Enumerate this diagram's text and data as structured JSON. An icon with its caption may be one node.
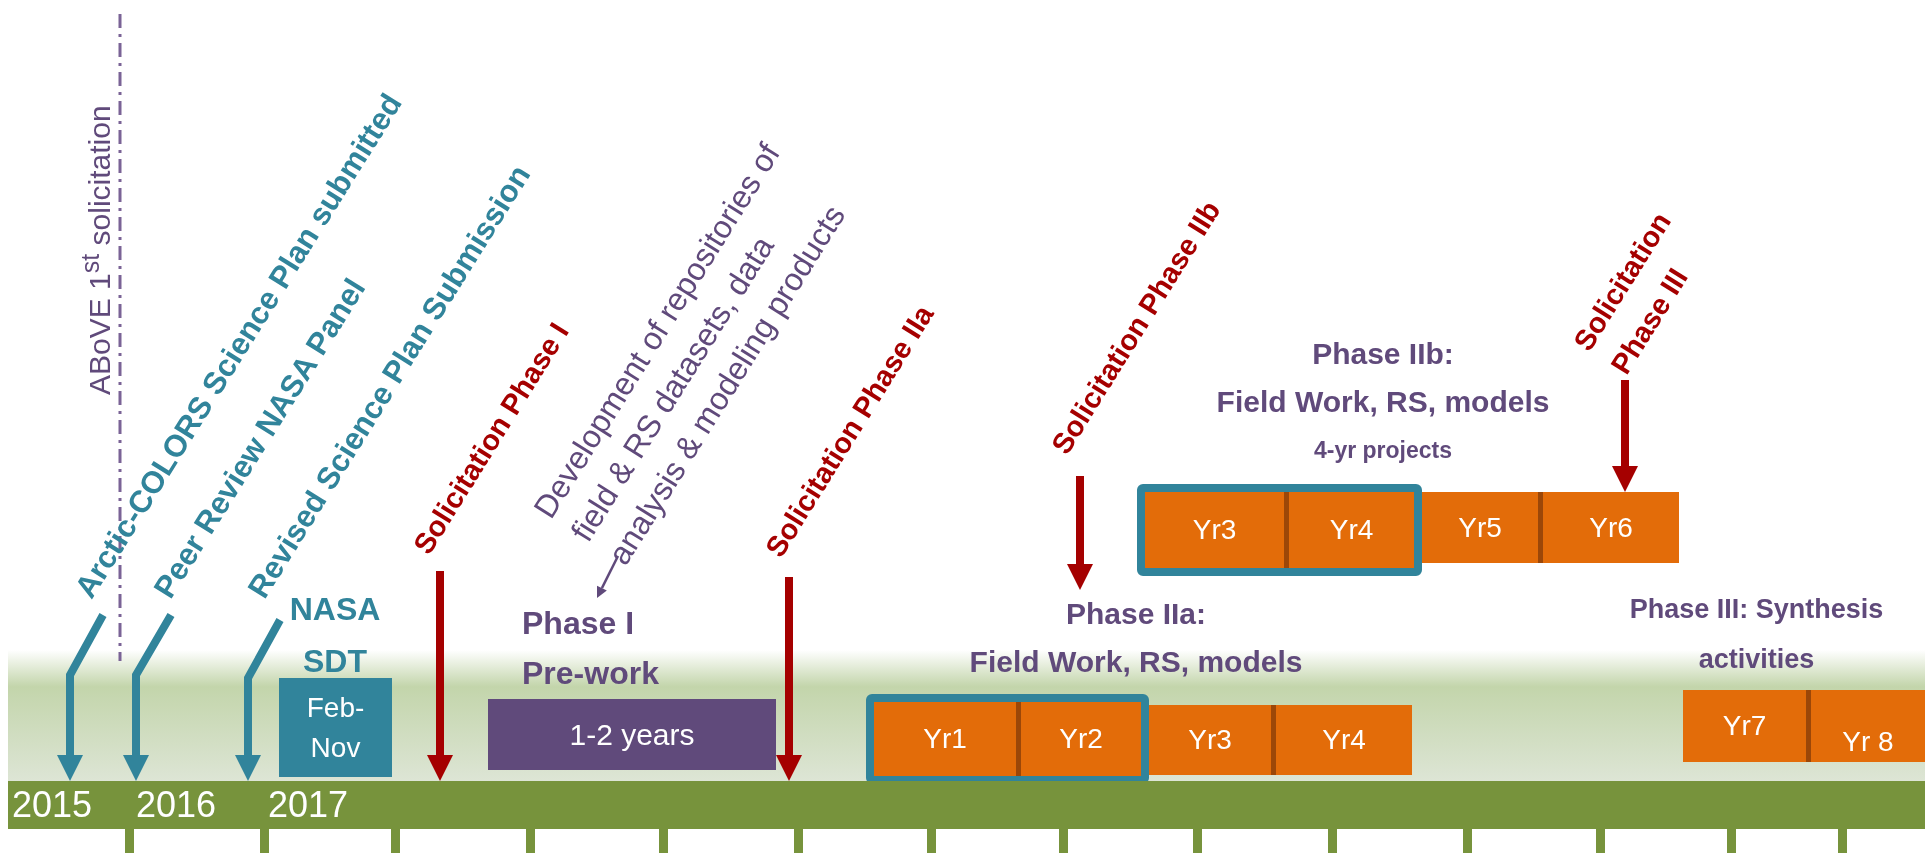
{
  "diagram": {
    "nodes": [
      {
        "text": [
          "Arctic-COLORS Science Plan submitted"
        ]
      },
      {
        "text": [
          "Peer Review NASA Panel"
        ]
      },
      {
        "text": [
          "Revised Science Plan Submission"
        ]
      },
      {
        "text": [
          "NASA SDT",
          "Feb- Nov"
        ]
      },
      {
        "text": [
          "Solicitation Phase I"
        ]
      },
      {
        "text": [
          "Development of repositories of field & RS datasets, data analysis & modeling products"
        ]
      },
      {
        "text": [
          "Phase I",
          "Pre-work",
          "1-2 years"
        ]
      },
      {
        "text": [
          "Solicitation Phase IIa"
        ]
      },
      {
        "text": [
          "Phase IIa:",
          "Field Work, RS, models"
        ]
      },
      {
        "text": [],
        "shape": "box",
        "in": 8
      },
      {
        "text": [
          "Yr1"
        ],
        "in": 9
      },
      {
        "text": [
          "Yr2"
        ],
        "in": 9
      },
      {
        "text": [
          "Yr3"
        ],
        "in": 8
      },
      {
        "text": [
          "Yr4"
        ],
        "in": 8
      },
      {
        "text": [
          "Solicitation Phase IIb"
        ]
      },
      {
        "text": [
          "Phase IIb:",
          "Field Work, RS, models",
          "4-yr projects"
        ]
      },
      {
        "text": [],
        "shape": "box",
        "in": 15
      },
      {
        "text": [
          "Yr3"
        ],
        "in": 16
      },
      {
        "text": [
          "Yr4"
        ],
        "in": 16
      },
      {
        "text": [
          "Yr5"
        ],
        "in": 15
      },
      {
        "text": [
          "Yr6"
        ],
        "in": 15
      },
      {
        "text": [
          "Solicitation Phase III"
        ]
      },
      {
        "text": [
          "Phase III: Synthesis activities"
        ]
      },
      {
        "text": [
          "Yr7"
        ],
        "in": 22
      },
      {
        "text": [
          "Yr 8"
        ],
        "in": 22
      },
      {
        "text": [
          "2015",
          "2016",
          "2017"
        ]
      }
    ],
    "edges": [
      {
        "from": 0,
        "to": 25,
        "arrow": "to",
        "color": "#31849b"
      },
      {
        "from": 1,
        "to": 25,
        "arrow": "to",
        "color": "#31849b"
      },
      {
        "from": 2,
        "to": 25,
        "arrow": "to",
        "color": "#31849b"
      },
      {
        "from": 4,
        "to": 25,
        "arrow": "to"
      },
      {
        "from": 5,
        "to": 6,
        "arrow": "to",
        "color": "#604a7b"
      },
      {
        "from": 7,
        "to": 25,
        "arrow": "to"
      },
      {
        "from": 14,
        "to": 8,
        "arrow": "to"
      },
      {
        "from": 21,
        "to": 20,
        "arrow": "to"
      }
    ],
    "labels": [
      "ABoVE 1$^{st}$ solicitation"
    ]
  }
}
